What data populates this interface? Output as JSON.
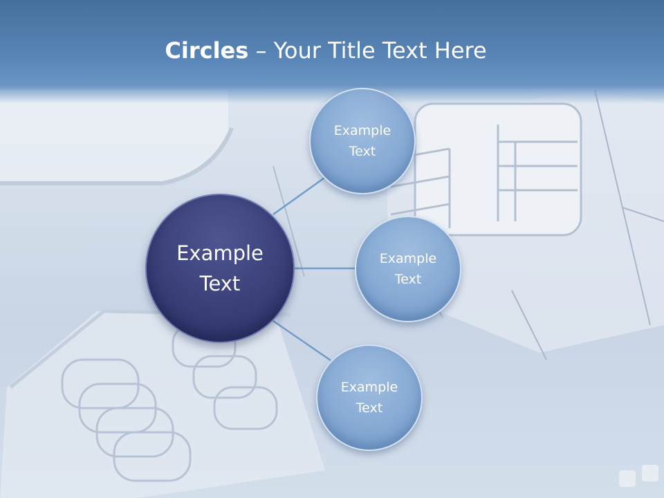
{
  "title": {
    "bold": "Circles",
    "rest": " – Your Title Text Here"
  },
  "diagram": {
    "main": {
      "line1": "Example",
      "line2": "Text"
    },
    "nodes": [
      {
        "line1": "Example",
        "line2": "Text"
      },
      {
        "line1": "Example",
        "line2": "Text"
      },
      {
        "line1": "Example",
        "line2": "Text"
      }
    ]
  },
  "colors": {
    "title_band": "#5885b6",
    "main_circle": "#3a3f78",
    "node_circle": "#86a9d3",
    "connector": "#6f9cc8"
  }
}
